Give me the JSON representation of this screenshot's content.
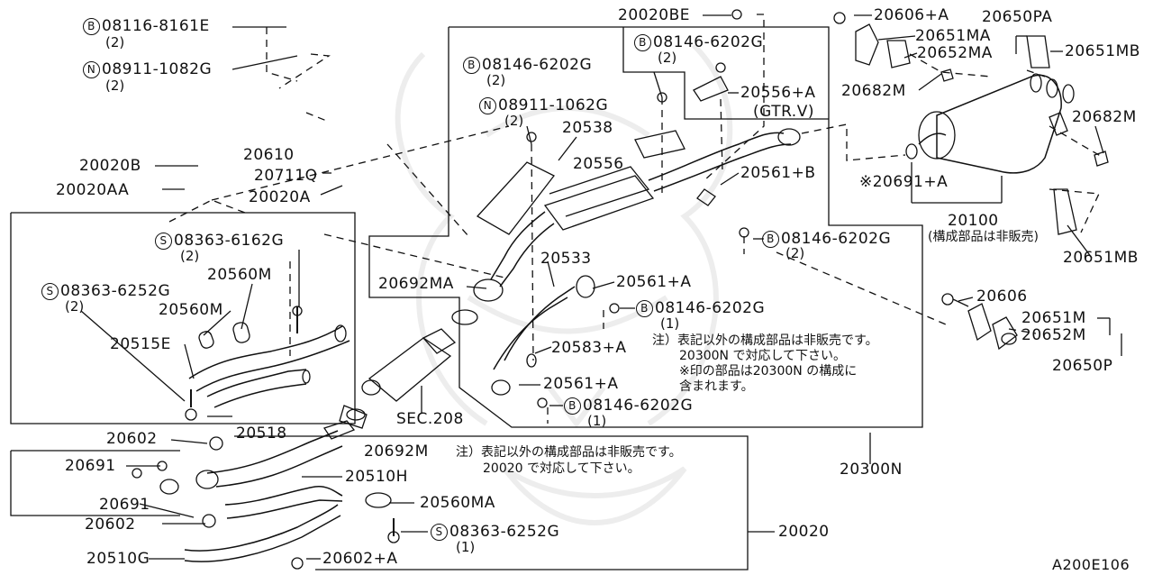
{
  "diagram_code": "A200E106",
  "callouts": [
    {
      "id": "b08116",
      "prefix": "B",
      "text": "08116-8161E",
      "qty": "(2)"
    },
    {
      "id": "n08911a",
      "prefix": "N",
      "text": "08911-1082G",
      "qty": "(2)"
    },
    {
      "id": "p20610",
      "text": "20610"
    },
    {
      "id": "p20711q",
      "text": "20711Q"
    },
    {
      "id": "p20020a",
      "text": "20020A"
    },
    {
      "id": "p20020b",
      "text": "20020B"
    },
    {
      "id": "p20020aa",
      "text": "20020AA"
    },
    {
      "id": "s08363a",
      "prefix": "S",
      "text": "08363-6162G",
      "qty": "(2)"
    },
    {
      "id": "p20560m1",
      "text": "20560M"
    },
    {
      "id": "s08363b",
      "prefix": "S",
      "text": "08363-6252G",
      "qty": "(2)"
    },
    {
      "id": "p20560m2",
      "text": "20560M"
    },
    {
      "id": "p20515e",
      "text": "20515E"
    },
    {
      "id": "p20518",
      "text": "20518"
    },
    {
      "id": "p20602a",
      "text": "20602"
    },
    {
      "id": "p20691a",
      "text": "20691"
    },
    {
      "id": "p20691b",
      "text": "20691"
    },
    {
      "id": "p20602b",
      "text": "20602"
    },
    {
      "id": "p20510g",
      "text": "20510G"
    },
    {
      "id": "p20602pa",
      "text": "20602+A"
    },
    {
      "id": "p20510h",
      "text": "20510H"
    },
    {
      "id": "p20692m",
      "text": "20692M"
    },
    {
      "id": "p20560ma",
      "text": "20560MA"
    },
    {
      "id": "s08363c",
      "prefix": "S",
      "text": "08363-6252G",
      "qty": "(1)"
    },
    {
      "id": "p20020",
      "text": "20020"
    },
    {
      "id": "p20020be",
      "text": "20020BE"
    },
    {
      "id": "b08146a",
      "prefix": "B",
      "text": "08146-6202G",
      "qty": "(2)"
    },
    {
      "id": "b08146b",
      "prefix": "B",
      "text": "08146-6202G",
      "qty": "(2)"
    },
    {
      "id": "n08911b",
      "prefix": "N",
      "text": "08911-1062G",
      "qty": "(2)"
    },
    {
      "id": "p20538",
      "text": "20538"
    },
    {
      "id": "p20556",
      "text": "20556"
    },
    {
      "id": "p20556pa",
      "text": "20556+A"
    },
    {
      "id": "gtrv",
      "text": "(GTR.V)"
    },
    {
      "id": "p20561pb",
      "text": "20561+B"
    },
    {
      "id": "b08146c",
      "prefix": "B",
      "text": "08146-6202G",
      "qty": "(2)"
    },
    {
      "id": "p20692ma",
      "text": "20692MA"
    },
    {
      "id": "p20533",
      "text": "20533"
    },
    {
      "id": "p20561pa1",
      "text": "20561+A"
    },
    {
      "id": "b08146d",
      "prefix": "B",
      "text": "08146-6202G",
      "qty": "(1)"
    },
    {
      "id": "p20583pa",
      "text": "20583+A"
    },
    {
      "id": "p20561pa2",
      "text": "20561+A"
    },
    {
      "id": "b08146e",
      "prefix": "B",
      "text": "08146-6202G",
      "qty": "(1)"
    },
    {
      "id": "sec208",
      "text": "SEC.208"
    },
    {
      "id": "p20300n",
      "text": "20300N"
    },
    {
      "id": "p20606pa",
      "text": "20606+A"
    },
    {
      "id": "p20650pa",
      "text": "20650PA"
    },
    {
      "id": "p20651ma",
      "text": "20651MA"
    },
    {
      "id": "p20652ma",
      "text": "20652MA"
    },
    {
      "id": "p20651mb1",
      "text": "20651MB"
    },
    {
      "id": "p20682m1",
      "text": "20682M"
    },
    {
      "id": "p20682m2",
      "text": "20682M"
    },
    {
      "id": "p20691pa",
      "text": "※20691+A"
    },
    {
      "id": "p20100",
      "text": "20100"
    },
    {
      "id": "p20100note",
      "text": "(構成部品は非販売)"
    },
    {
      "id": "p20651mb2",
      "text": "20651MB"
    },
    {
      "id": "p20606",
      "text": "20606"
    },
    {
      "id": "p20651m",
      "text": "20651M"
    },
    {
      "id": "p20652m",
      "text": "20652M"
    },
    {
      "id": "p20650p",
      "text": "20650P"
    }
  ],
  "notes": {
    "n1_l1": "注）表記以外の構成部品は非販売です。",
    "n1_l2": "20300N で対応して下さい。",
    "n1_l3": "※印の部品は20300N の構成に",
    "n1_l4": "含まれます。",
    "n2_l1": "注）表記以外の構成部品は非販売です。",
    "n2_l2": "20020 で対応して下さい。"
  }
}
